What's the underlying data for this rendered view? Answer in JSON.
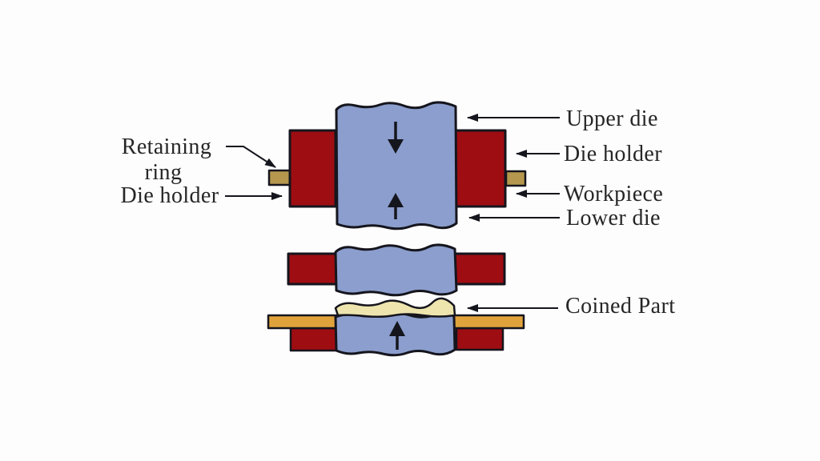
{
  "diagram": {
    "type": "coining-process-cross-section",
    "labels": {
      "retaining_ring_line1": "Retaining",
      "retaining_ring_line2": "ring",
      "die_holder_left": "Die holder",
      "upper_die": "Upper die",
      "die_holder_right": "Die holder",
      "workpiece": "Workpiece",
      "lower_die": "Lower die",
      "coined_part": "Coined Part"
    },
    "icons": {
      "press_down_arrow": "down-arrow",
      "press_up_arrow": "up-arrow",
      "eject_up_arrow": "up-arrow"
    },
    "colors": {
      "die": "#8b9ecd",
      "die_holder": "#9e0d12",
      "retaining_ring": "#b5984e",
      "base_strip": "#e0a33c",
      "coined_part": "#eee5ae",
      "outline": "#15151d",
      "text": "#262626",
      "background": "#fdfdfd"
    }
  }
}
